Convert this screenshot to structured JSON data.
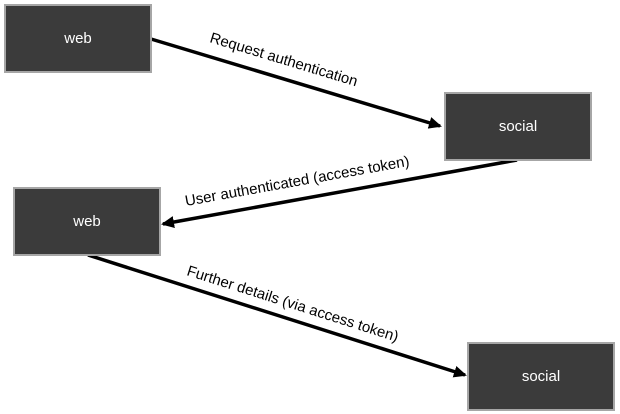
{
  "diagram": {
    "nodes": [
      {
        "id": "web-1",
        "label": "web"
      },
      {
        "id": "social-1",
        "label": "social"
      },
      {
        "id": "web-2",
        "label": "web"
      },
      {
        "id": "social-2",
        "label": "social"
      }
    ],
    "edges": [
      {
        "from": "web-1",
        "to": "social-1",
        "label": "Request authentication"
      },
      {
        "from": "social-1",
        "to": "web-2",
        "label": "User authenticated (access token)"
      },
      {
        "from": "web-2",
        "to": "social-2",
        "label": "Further details (via access token)"
      }
    ],
    "colors": {
      "node_fill": "#3b3b3b",
      "node_border": "#a6a6a6",
      "node_text": "#ffffff",
      "arrow": "#000000"
    }
  }
}
